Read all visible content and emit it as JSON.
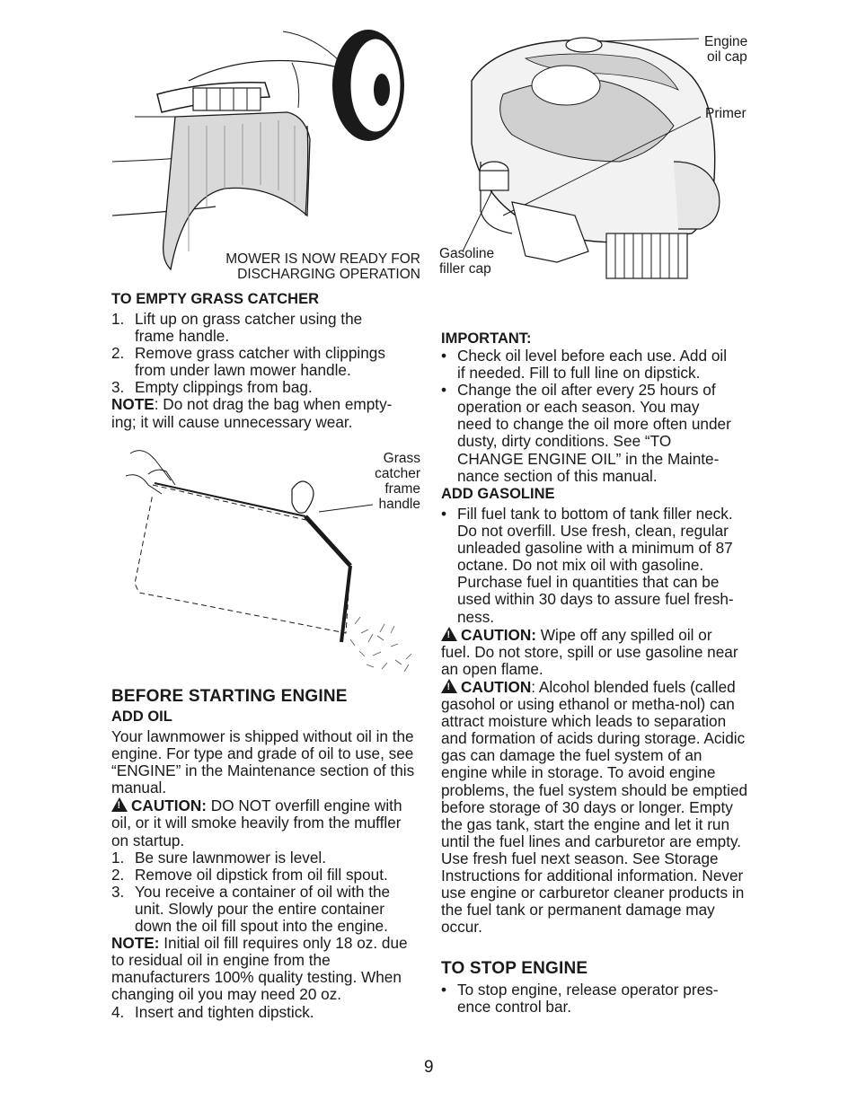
{
  "figures": {
    "mower": {
      "caption_line1": "MOWER IS NOW READY FOR",
      "caption_line2": "DISCHARGING OPERATION"
    },
    "engine": {
      "label_oil_cap_1": "Engine",
      "label_oil_cap_2": "oil cap",
      "label_primer": "Primer",
      "label_gas_1": "Gasoline",
      "label_gas_2": "filler cap"
    },
    "catcher": {
      "label_1": "Grass",
      "label_2": "catcher",
      "label_3": "frame",
      "label_4": "handle"
    }
  },
  "empty_catcher": {
    "heading": "TO EMPTY GRASS CATCHER",
    "steps": [
      {
        "num": "1.",
        "text": "Lift up on grass catcher using the frame handle."
      },
      {
        "num": "2.",
        "text": "Remove grass catcher with clippings from under lawn mower handle."
      },
      {
        "num": "3.",
        "text": "Empty clippings from bag."
      }
    ],
    "note_label": "NOTE",
    "note_text": ": Do not drag the bag when empty-ing; it will cause unnecessary wear."
  },
  "before_start": {
    "heading": "BEFORE STARTING ENGINE",
    "subheading": "ADD OIL",
    "intro": "Your lawnmower is shipped without oil in the engine. For type and grade of oil to use, see “ENGINE” in the Maintenance section of this manual.",
    "caution_label": "CAUTION:",
    "caution_text": " DO NOT overfill engine with oil, or it will smoke heavily from the muffler on startup.",
    "steps": [
      {
        "num": "1.",
        "text": "Be sure lawnmower is level."
      },
      {
        "num": "2.",
        "text": "Remove oil dipstick from oil fill spout."
      },
      {
        "num": "3.",
        "text": "You receive a container of oil with the unit. Slowly pour the entire container down the oil fill spout into the engine."
      }
    ],
    "note_label": "NOTE:",
    "note_text": " Initial oil fill requires only 18 oz. due to residual oil in engine from the manufacturers 100% quality testing. When changing oil you may need 20 oz.",
    "step4": {
      "num": "4.",
      "text": "Insert and tighten dipstick."
    }
  },
  "important": {
    "heading": "IMPORTANT:",
    "bullets": [
      "Check oil level before each use. Add oil if needed. Fill to full line on dipstick.",
      "Change the oil after every 25 hours of operation or each season. You may need to change the oil more often under dusty, dirty conditions. See “TO CHANGE ENGINE OIL” in the Mainte-nance section of this manual."
    ]
  },
  "add_gas": {
    "heading": "ADD GASOLINE",
    "bullet": "Fill fuel tank to bottom of tank filler neck. Do not overfill. Use fresh, clean, regular unleaded gasoline with a minimum of 87 octane. Do not mix oil with gasoline. Purchase fuel in quantities that can be used within 30 days to assure fuel fresh-ness.",
    "caution1_label": "CAUTION:",
    "caution1_text": " Wipe off any spilled oil or fuel. Do not store, spill or use gasoline near an open flame.",
    "caution2_label": "CAUTION",
    "caution2_text": ": Alcohol blended fuels (called gasohol or using ethanol or metha-nol) can attract moisture which leads to separation and formation of acids during storage. Acidic gas can damage the fuel system of an engine while in storage. To avoid engine problems, the fuel system should be emptied before storage of 30 days or longer. Empty the gas tank, start the engine and let it run until the fuel lines and carburetor are empty. Use fresh fuel next season. See Storage Instructions for additional information. Never use engine or carburetor cleaner products in the fuel tank or permanent damage may occur."
  },
  "stop_engine": {
    "heading": "TO STOP ENGINE",
    "bullet": "To stop engine, release operator pres-ence control bar."
  },
  "page_number": "9"
}
